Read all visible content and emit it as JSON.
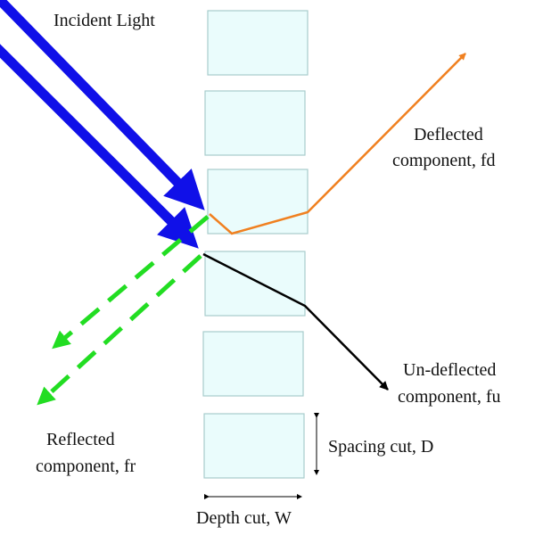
{
  "labels": {
    "incident": "Incident Light",
    "deflected_line1": "Deflected",
    "deflected_line2": "component, fd",
    "undeflected_line1": "Un-deflected",
    "undeflected_line2": "component, fu",
    "reflected_line1": "Reflected",
    "reflected_line2": "component, fr",
    "spacing": "Spacing cut, D",
    "depth": "Depth cut, W"
  },
  "colors": {
    "incident": "#1010e8",
    "reflected": "#22dd22",
    "deflected": "#f08020",
    "undeflected": "#000000",
    "block_fill": "#eafcfc",
    "block_stroke": "#a8cccc"
  }
}
